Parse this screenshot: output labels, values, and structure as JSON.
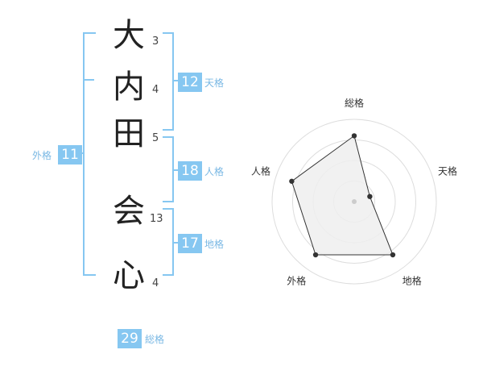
{
  "name": {
    "characters": [
      {
        "char": "大",
        "strokes": "3"
      },
      {
        "char": "内",
        "strokes": "4"
      },
      {
        "char": "田",
        "strokes": "5"
      },
      {
        "char": "会",
        "strokes": "13"
      },
      {
        "char": "心",
        "strokes": "4"
      }
    ]
  },
  "kaku": {
    "tenkaku": {
      "value": "12",
      "label": "天格"
    },
    "jinkaku": {
      "value": "18",
      "label": "人格"
    },
    "chikaku": {
      "value": "17",
      "label": "地格"
    },
    "gaikaku": {
      "value": "11",
      "label": "外格"
    },
    "soukaku": {
      "value": "29",
      "label": "総格"
    }
  },
  "colors": {
    "accent": "#86c7f1",
    "ring": "#dddddd",
    "fill": "#eeeeee",
    "line": "#333333"
  },
  "chart_data": {
    "type": "radar",
    "categories": [
      "総格",
      "天格",
      "地格",
      "外格",
      "人格"
    ],
    "values": [
      0.8,
      0.2,
      0.8,
      0.8,
      0.8
    ],
    "rings": 4,
    "range": [
      0,
      1
    ]
  }
}
